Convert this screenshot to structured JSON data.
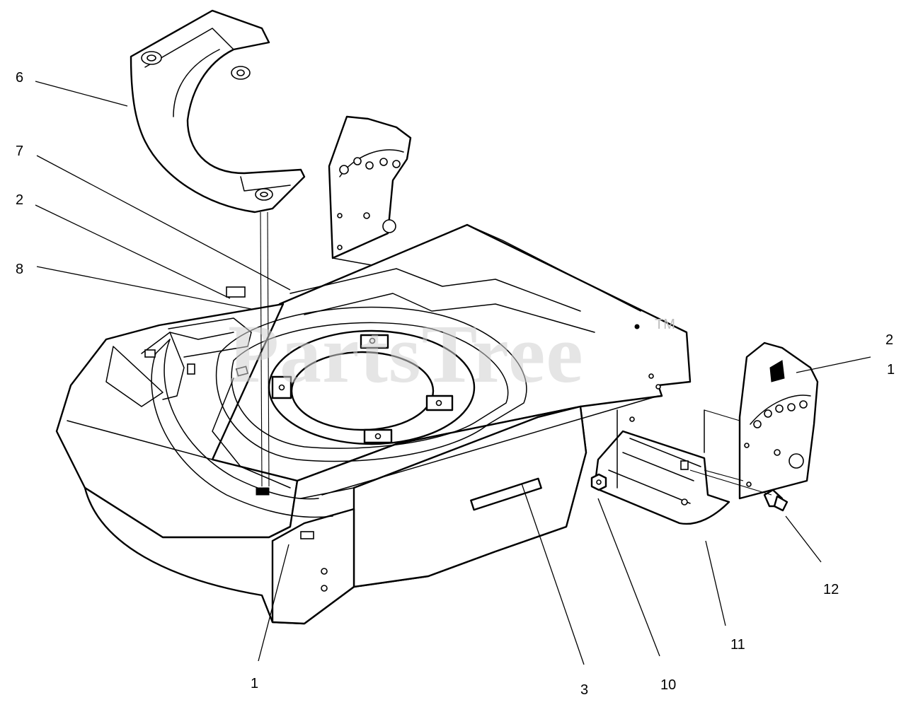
{
  "watermark": {
    "brand": "PartsTree",
    "trademark": "TM"
  },
  "callouts": [
    {
      "id": "c6",
      "label": "6"
    },
    {
      "id": "c7",
      "label": "7"
    },
    {
      "id": "c2a",
      "label": "2"
    },
    {
      "id": "c8",
      "label": "8"
    },
    {
      "id": "c2b",
      "label": "2"
    },
    {
      "id": "c1a",
      "label": "1"
    },
    {
      "id": "c12",
      "label": "12"
    },
    {
      "id": "c11",
      "label": "11"
    },
    {
      "id": "c10",
      "label": "10"
    },
    {
      "id": "c3",
      "label": "3"
    },
    {
      "id": "c1b",
      "label": "1"
    }
  ]
}
